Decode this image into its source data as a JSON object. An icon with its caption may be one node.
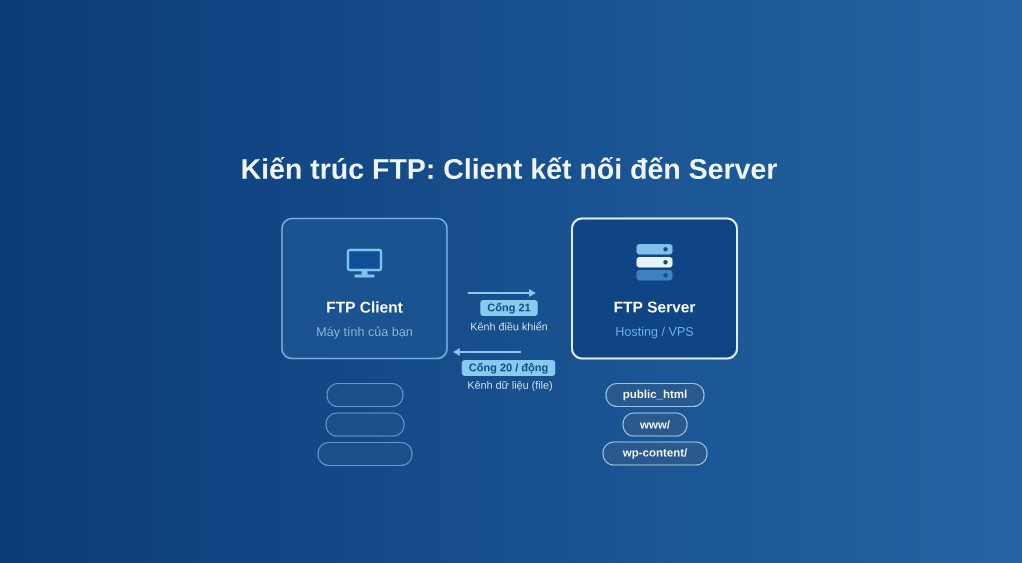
{
  "diagram": {
    "title": "Kiến trúc FTP: Client kết nối đến Server",
    "nodes": [
      {
        "text": [
          "FTP Client",
          "Máy tính của bạn"
        ]
      },
      {
        "text": [
          "FTP Server",
          "Hosting / VPS"
        ]
      },
      {
        "text": [],
        "shape": "box"
      },
      {
        "text": [],
        "shape": "box"
      },
      {
        "text": [],
        "shape": "box"
      },
      {
        "text": [
          "public_html"
        ]
      },
      {
        "text": [
          "www/"
        ]
      },
      {
        "text": [
          "wp-content/"
        ]
      }
    ],
    "edges": [
      {
        "from": 0,
        "to": 1,
        "arrow": "to",
        "label": "Cổng 21"
      },
      {
        "from": 1,
        "to": 0,
        "arrow": "to",
        "label": "Cổng 20 / động"
      }
    ],
    "labels": [
      "Kênh điều khiển",
      "Kênh dữ liệu (file)"
    ]
  }
}
